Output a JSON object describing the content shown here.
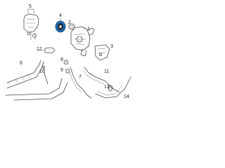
{
  "callouts": {
    "c1": "1",
    "c2": "2",
    "c3": "3",
    "c4": "4",
    "c5": "5",
    "c6": "6",
    "c7": "7",
    "c8": "8",
    "c9": "9",
    "c10": "10",
    "c11": "11",
    "c12": "12",
    "c13": "13",
    "c14": "14"
  },
  "colors": {
    "highlight_part": "#1f6fb5",
    "line_art": "#4a4a4a"
  }
}
